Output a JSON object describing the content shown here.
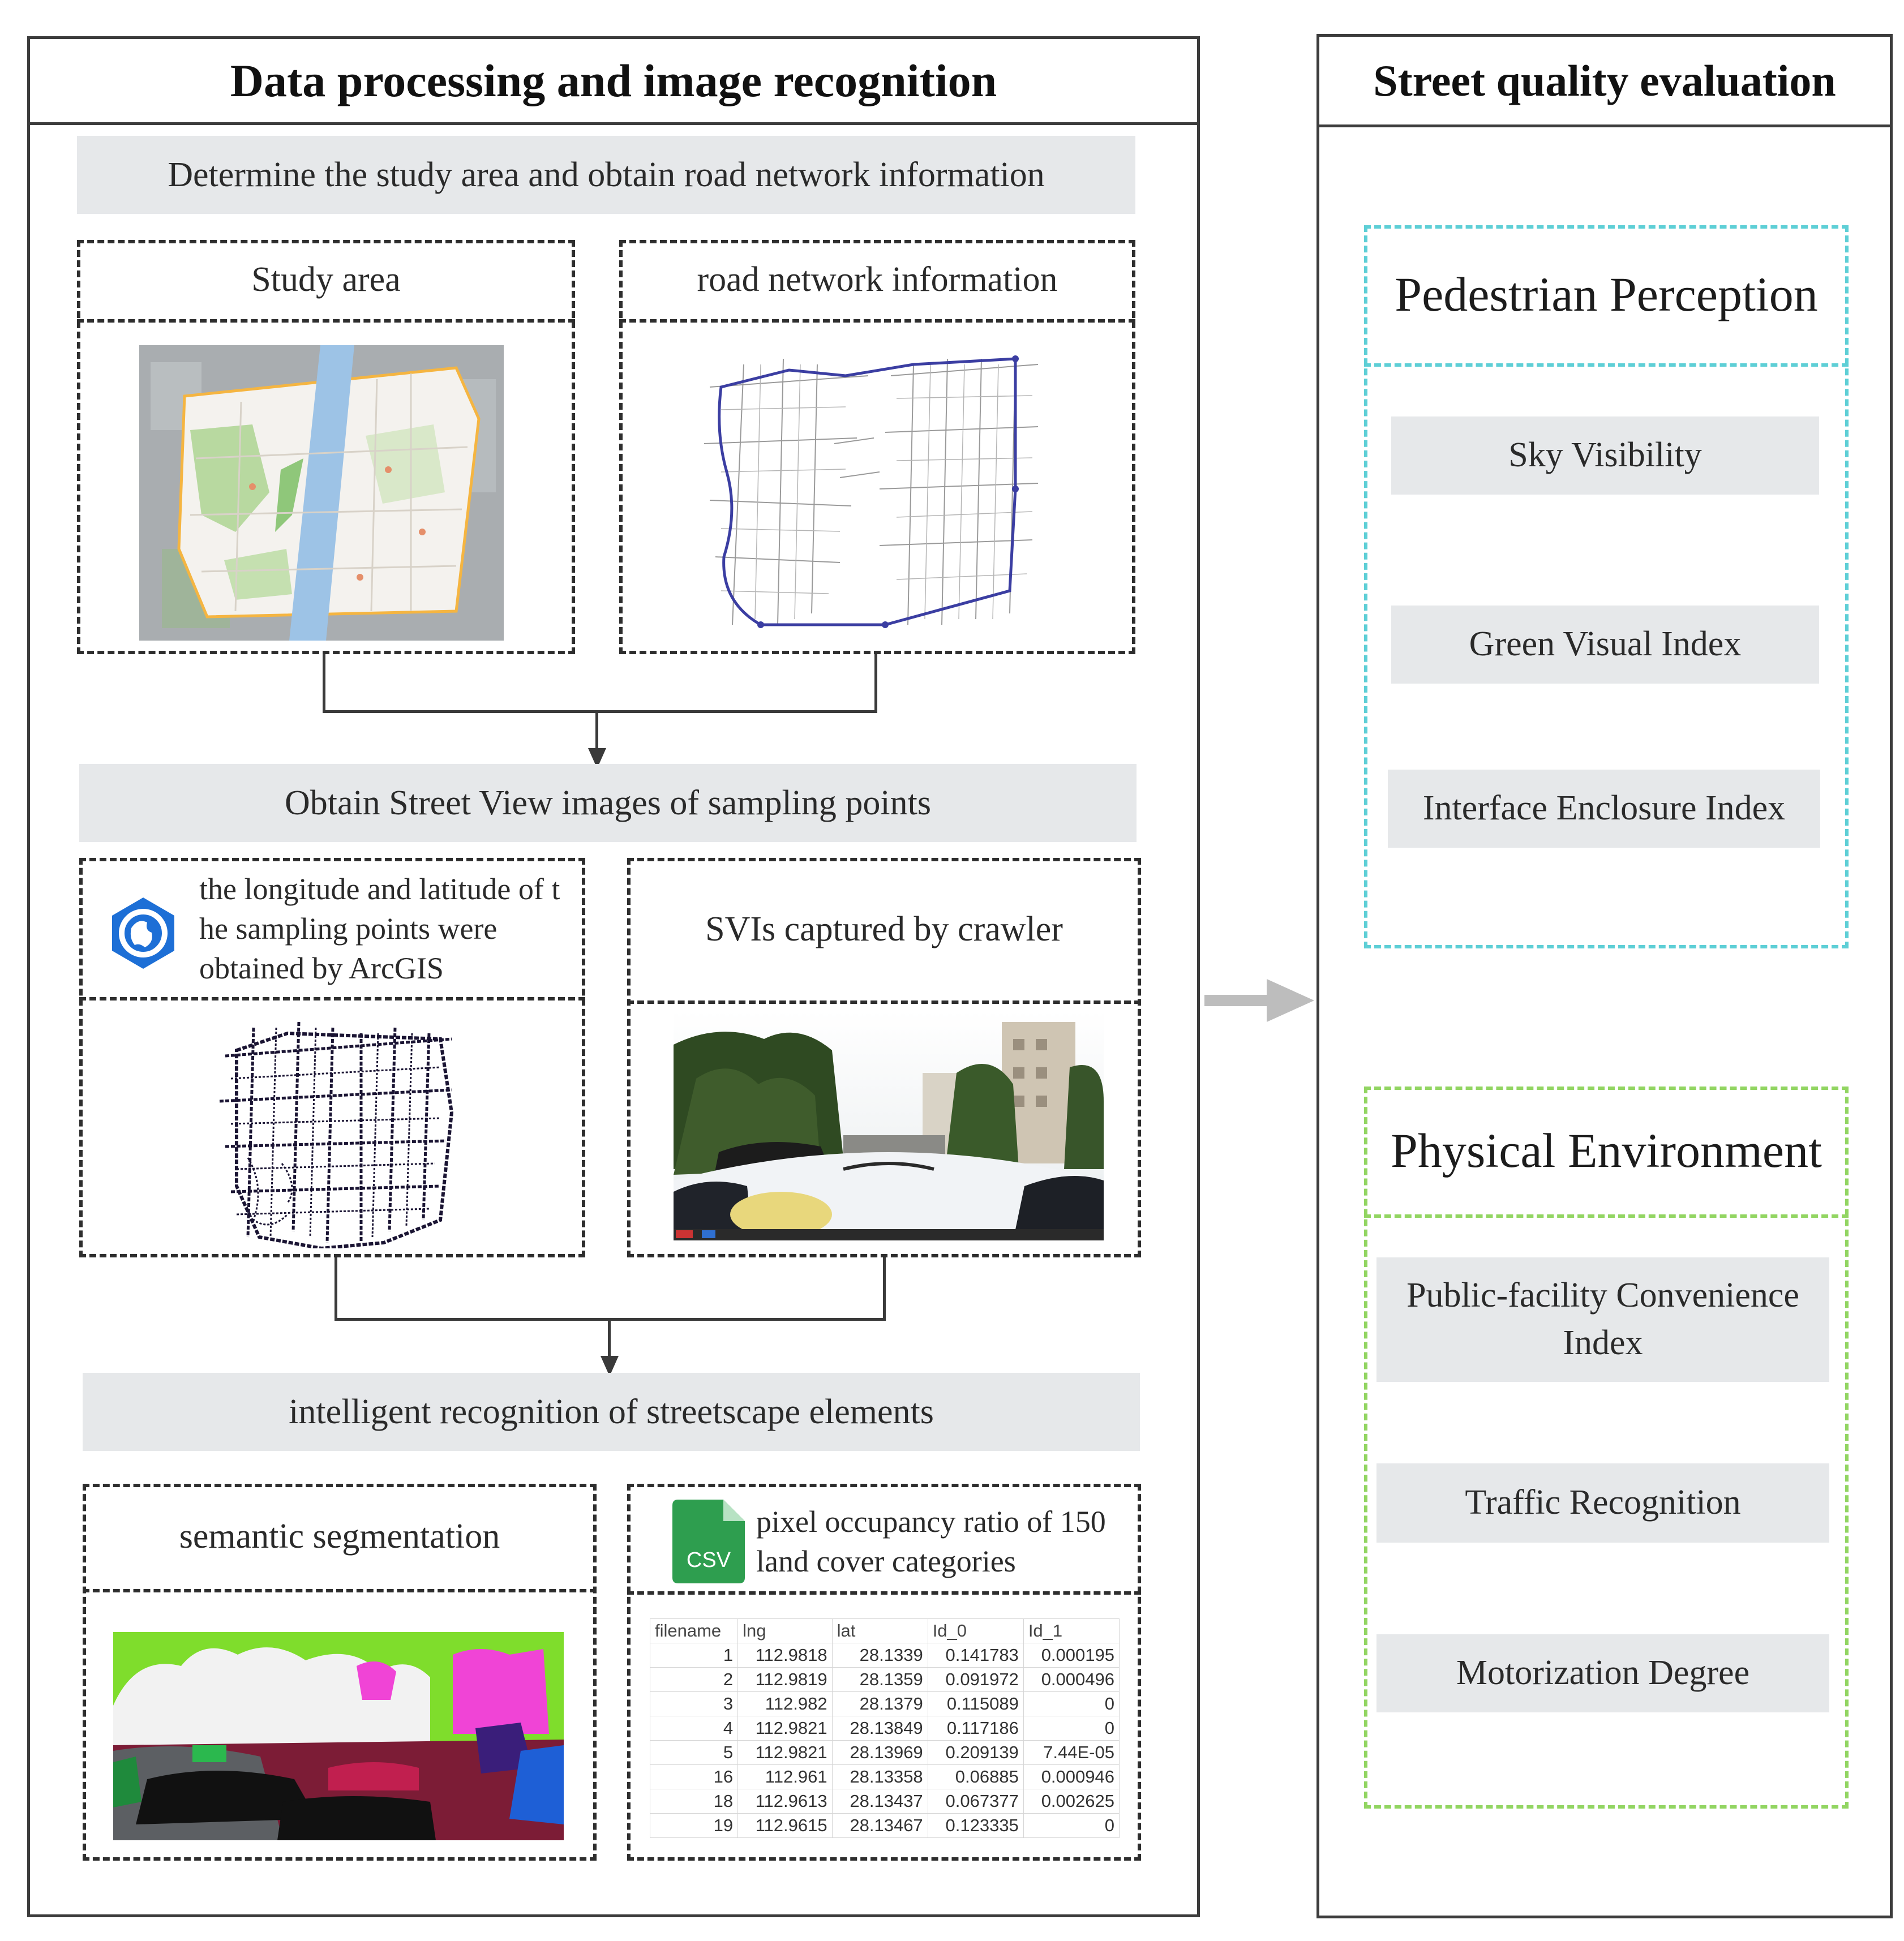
{
  "left_panel": {
    "title": "Data processing and image recognition"
  },
  "right_panel": {
    "title": "Street quality evaluation"
  },
  "step1": {
    "label": "Determine the study area and obtain road network information",
    "study_area": "Study area",
    "road_network": "road network information"
  },
  "step2": {
    "label": "Obtain Street View images of sampling points",
    "sampling_text": [
      "the longitude and latitude of t",
      "he sampling points were",
      "obtained by ArcGIS"
    ],
    "svi": "SVIs captured by crawler"
  },
  "step3": {
    "label": "intelligent recognition of streetscape elements",
    "segmentation": "semantic segmentation",
    "csv_icon_label": "CSV",
    "pixel_text": [
      "pixel occupancy ratio of 150",
      "land cover categories"
    ]
  },
  "table": {
    "columns": [
      "filename",
      "lng",
      "lat",
      "Id_0",
      "Id_1"
    ],
    "rows": [
      [
        "1",
        "112.9818",
        "28.1339",
        "0.141783",
        "0.000195"
      ],
      [
        "2",
        "112.9819",
        "28.1359",
        "0.091972",
        "0.000496"
      ],
      [
        "3",
        "112.982",
        "28.1379",
        "0.115089",
        "0"
      ],
      [
        "4",
        "112.9821",
        "28.13849",
        "0.117186",
        "0"
      ],
      [
        "5",
        "112.9821",
        "28.13969",
        "0.209139",
        "7.44E-05"
      ],
      [
        "16",
        "112.961",
        "28.13358",
        "0.06885",
        "0.000946"
      ],
      [
        "18",
        "112.9613",
        "28.13437",
        "0.067377",
        "0.002625"
      ],
      [
        "19",
        "112.9615",
        "28.13467",
        "0.123335",
        "0"
      ]
    ]
  },
  "pedestrian": {
    "title": "Pedestrian Perception",
    "items": [
      "Sky Visibility",
      "Green Visual Index",
      "Interface Enclosure Index"
    ]
  },
  "physical": {
    "title": "Physical Environment",
    "items": [
      "Public-facility Convenience Index",
      "Traffic Recognition",
      "Motorization Degree"
    ]
  },
  "colors": {
    "cyan": "#5ecfd6",
    "green": "#92d562",
    "arcgis_blue": "#1d6fd6",
    "csv_green": "#2e9e4f"
  }
}
